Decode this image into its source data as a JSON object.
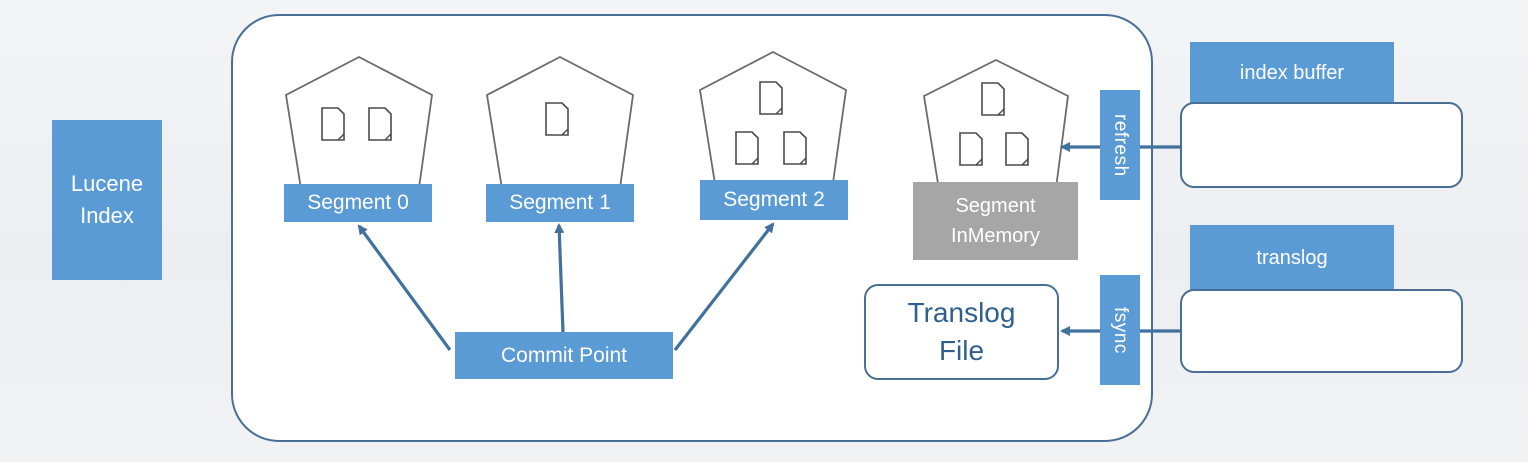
{
  "lucene_index": {
    "label_line1": "Lucene",
    "label_line2": "Index"
  },
  "segments": [
    {
      "label": "Segment 0"
    },
    {
      "label": "Segment 1"
    },
    {
      "label": "Segment 2"
    }
  ],
  "in_memory_segment": {
    "label_line1": "Segment",
    "label_line2": "InMemory"
  },
  "commit_point": {
    "label": "Commit Point"
  },
  "translog_file": {
    "label_line1": "Translog",
    "label_line2": "File"
  },
  "refresh": {
    "label": "refresh"
  },
  "fsync": {
    "label": "fsync"
  },
  "index_buffer": {
    "label": "index buffer"
  },
  "translog": {
    "label": "translog"
  },
  "colors": {
    "accent_blue": "#5b9bd5",
    "arrow": "#41719c",
    "in_memory_gray": "#a6a6a6",
    "outline": "#4a6f95"
  }
}
